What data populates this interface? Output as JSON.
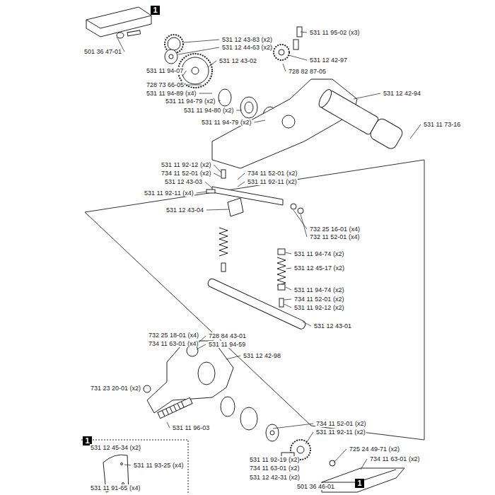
{
  "diagram": {
    "nodes": [
      {
        "text": [
          "1"
        ]
      },
      {
        "text": [
          "1"
        ]
      },
      {
        "text": [
          "1"
        ]
      }
    ],
    "labels": [
      "531 11 95-02 (x3)",
      "531 12 43-83 (x2)",
      "531 12 44-63 (x2)",
      "501 36 47-01",
      "531 12 42-97",
      "531 12 43-02",
      "728 82 87-05",
      "531 11 94-07",
      "728 73 66-05",
      "531 11 94-89 (x4)",
      "531 12 42-94",
      "531 11 94-79 (x2)",
      "531 11 94-80 (x2)",
      "531 11 73-16",
      "531 11 94-79 (x2)",
      "531 11 92-12 (x2)",
      "734 11 52-01 (x2)",
      "734 11 52-01 (x2)",
      "531 12 43-03",
      "531 11 92-11 (x2)",
      "531 11 92-11 (x4)",
      "531 12 43-04",
      "732 25 16-01 (x4)",
      "732 11 52-01 (x4)",
      "531 11 94-74 (x2)",
      "531 12 45-17 (x2)",
      "531 11 94-74 (x2)",
      "734 11 52-01 (x2)",
      "531 11 92-12 (x2)",
      "531 12 43-01",
      "732 25 18-01 (x4)",
      "734 11 63-01 (x4)",
      "728 84 43-01",
      "531 11 94-59",
      "531 12 42-98",
      "731 23 20-01 (x2)",
      "531 12 45-34 (x2)",
      "531 11 93-25 (x4)",
      "531 11 91-65 (x4)",
      "531 11 96-03",
      "734 11 52-01 (x2)",
      "531 11 92-11 (x2)",
      "725 24 49-71 (x2)",
      "531 11 92-19 (x2)",
      "734 11 63-01 (x2)",
      "734 11 63-01 (x2)",
      "531 12 42-31 (x2)",
      "501 36 46-01"
    ]
  }
}
